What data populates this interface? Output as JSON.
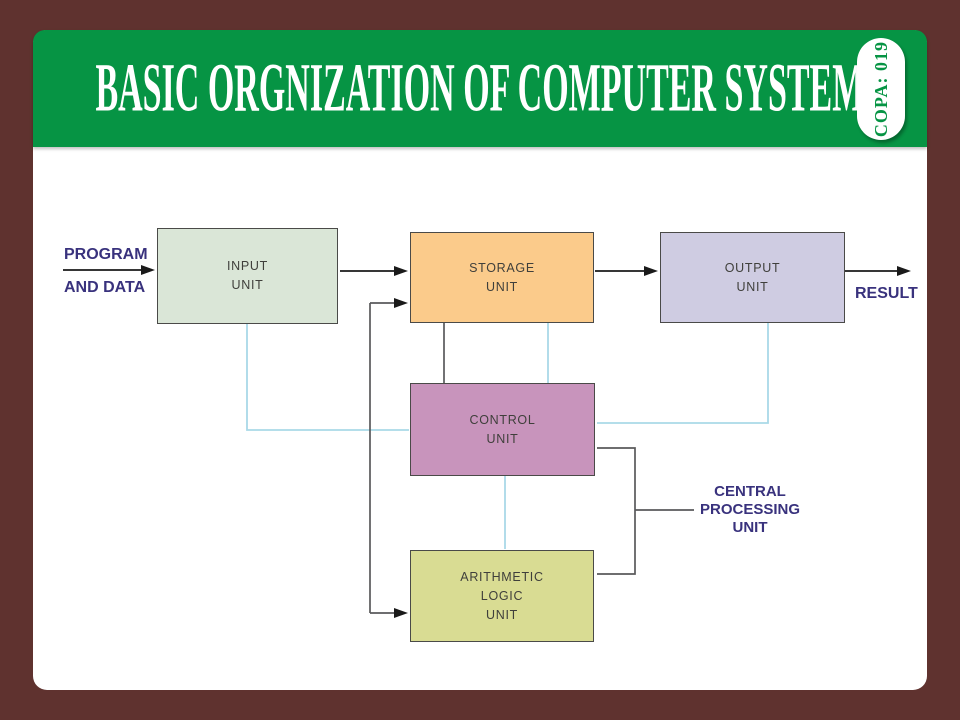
{
  "page": {
    "background_color": "#5f322f"
  },
  "header": {
    "title": "BASIC ORGNIZATION OF COMPUTER SYSTEM",
    "badge_label": "COPA: 019",
    "banner_color": "#069444",
    "title_color": "#ffffff"
  },
  "diagram": {
    "boxes": {
      "input": {
        "line1": "INPUT",
        "line2": "UNIT",
        "fill": "#dae6d7"
      },
      "storage": {
        "line1": "STORAGE",
        "line2": "UNIT",
        "fill": "#fbcb8b"
      },
      "output": {
        "line1": "OUTPUT",
        "line2": "UNIT",
        "fill": "#cfcce2"
      },
      "control": {
        "line1": "CONTROL",
        "line2": "UNIT",
        "fill": "#c894bc"
      },
      "alu": {
        "line1": "ARITHMETIC",
        "line2": "LOGIC",
        "line3": "UNIT",
        "fill": "#d9dc93"
      }
    },
    "labels": {
      "input_arrow_line1": "PROGRAM",
      "input_arrow_line2": "AND DATA",
      "result": "RESULT",
      "cpu_line1": "CENTRAL",
      "cpu_line2": "PROCESSING",
      "cpu_line3": "UNIT"
    },
    "colors": {
      "label_text": "#39327d",
      "box_text": "#3f3f3b",
      "box_border": "#4a4a48",
      "arrow_black": "#1a1a1a",
      "connector_gray": "#59595b",
      "connector_blue": "#a9d9e8"
    }
  }
}
